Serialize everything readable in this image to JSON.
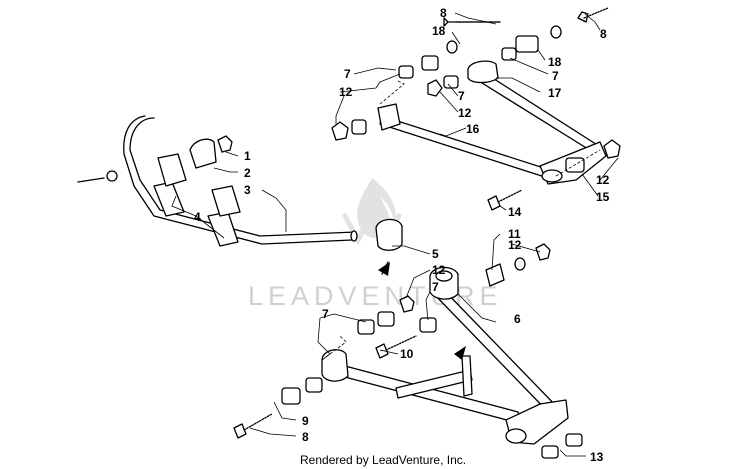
{
  "watermark": "LEADVENTURE",
  "credit": "Rendered by LeadVenture, Inc.",
  "callouts": {
    "c1": "1",
    "c2": "2",
    "c3": "3",
    "c4": "4",
    "c5": "5",
    "c6": "6",
    "c8top": "8",
    "c18a": "18",
    "c8right": "8",
    "c18b": "18",
    "c7a": "7",
    "c12a": "12",
    "c7b": "7",
    "c12b": "12",
    "c7c": "7",
    "c17": "17",
    "c16": "16",
    "c12c": "12",
    "c15": "15",
    "c14": "14",
    "c11": "11",
    "c12d": "12",
    "c12e": "12",
    "c7d": "7",
    "c7e": "7",
    "c10": "10",
    "c9": "9",
    "c8bottom": "8",
    "c13": "13"
  }
}
